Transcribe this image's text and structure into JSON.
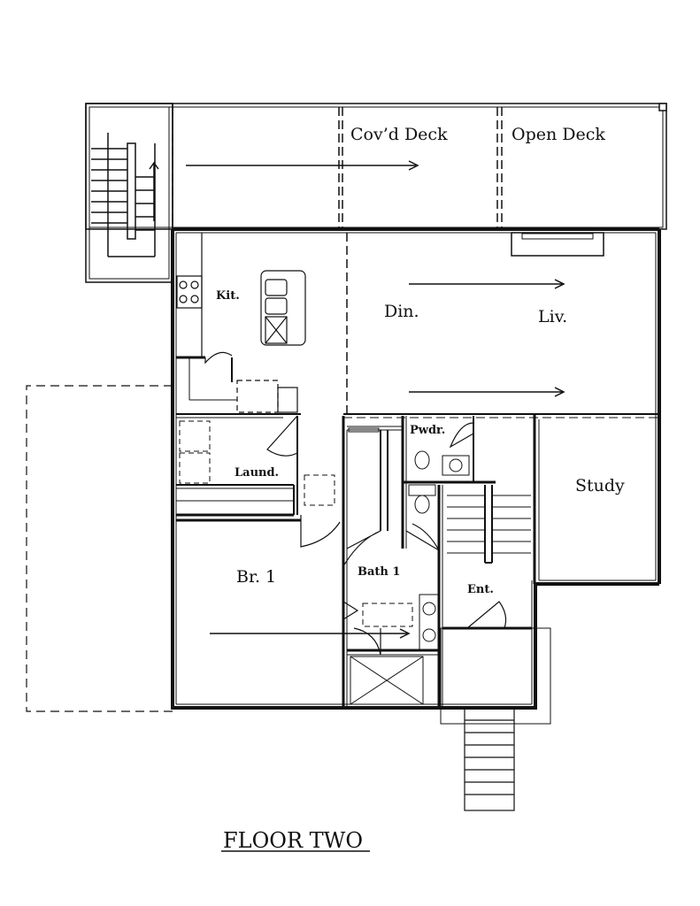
{
  "title": "FLOOR TWO",
  "rooms": {
    "covd_deck": "Cov’d Deck",
    "open_deck": "Open Deck",
    "kitchen": "Kit.",
    "dining": "Din.",
    "living": "Liv.",
    "pwdr": "Pwdr.",
    "study": "Study",
    "laundry": "Laund.",
    "br1": "Br. 1",
    "bath1": "Bath 1",
    "entry": "Ent."
  },
  "colors": {
    "line": "#111111",
    "background": "#ffffff"
  }
}
